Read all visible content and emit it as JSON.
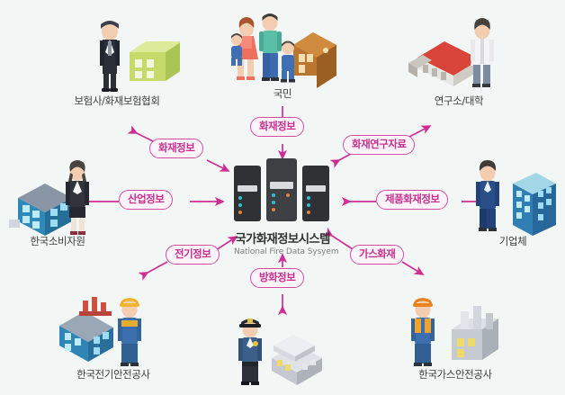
{
  "diagram": {
    "title": "National Fire Data System relationship diagram",
    "background_color": "#f2f7f6",
    "accent_color": "#c8308f",
    "badge_border_color": "#d44a9e",
    "label_text_color": "#3a3f3e"
  },
  "hub": {
    "title_ko": "국가화재정보시스템",
    "title_en": "National Fire Data Sysyem",
    "icon": "server-stack-icon"
  },
  "nodes": [
    {
      "id": "insurance",
      "label": "보험사/화재보험협회",
      "icon": "businessman-with-building-icon"
    },
    {
      "id": "citizens",
      "label": "국민",
      "icon": "family-with-house-icon"
    },
    {
      "id": "research",
      "label": "연구소/대학",
      "icon": "scientist-with-school-icon"
    },
    {
      "id": "consumer",
      "label": "한국소비자원",
      "icon": "businesswoman-with-office-icon"
    },
    {
      "id": "company",
      "label": "기업체",
      "icon": "worker-with-office-tower-icon"
    },
    {
      "id": "electric",
      "label": "한국전기안전공사",
      "icon": "electrician-with-plant-icon"
    },
    {
      "id": "police",
      "label": "",
      "icon": "police-officer-with-station-icon"
    },
    {
      "id": "gas",
      "label": "한국가스안전공사",
      "icon": "gas-worker-with-plant-icon"
    }
  ],
  "connections": [
    {
      "id": "fire-info-left",
      "label": "화재정보",
      "from": "insurance",
      "to": "hub",
      "arrow": "double",
      "direction": "diagonal-down-right"
    },
    {
      "id": "fire-info-top",
      "label": "화재정보",
      "from": "citizens",
      "to": "hub",
      "arrow": "single-down",
      "direction": "vertical"
    },
    {
      "id": "fire-research",
      "label": "화재연구자료",
      "from": "hub",
      "to": "research",
      "arrow": "double",
      "direction": "diagonal-up-right"
    },
    {
      "id": "industry-info",
      "label": "산업정보",
      "from": "hub",
      "to": "consumer",
      "arrow": "double",
      "direction": "horizontal"
    },
    {
      "id": "product-fire",
      "label": "제품화재정보",
      "from": "hub",
      "to": "company",
      "arrow": "double",
      "direction": "horizontal"
    },
    {
      "id": "electric-info",
      "label": "전기정보",
      "from": "electric",
      "to": "hub",
      "arrow": "double",
      "direction": "diagonal-up-right"
    },
    {
      "id": "arson-info",
      "label": "방화정보",
      "from": "police",
      "to": "hub",
      "arrow": "double",
      "direction": "vertical"
    },
    {
      "id": "gas-fire",
      "label": "가스화재",
      "from": "gas",
      "to": "hub",
      "arrow": "double",
      "direction": "diagonal-up-left"
    }
  ]
}
